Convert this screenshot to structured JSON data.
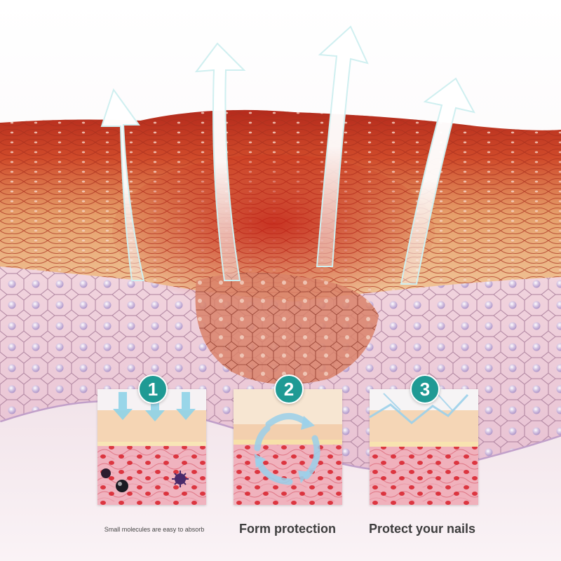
{
  "image": {
    "subject": "skin-layer-illustration",
    "colors": {
      "background": "#ffffff",
      "epidermis_red": "#c8321f",
      "cell_orange": "#e9a06a",
      "basal_pink": "#e9c3d2",
      "nucleus_lavender": "#c7b2d6",
      "arrow_white": "#ffffff",
      "badge_teal": "#1f9a94"
    }
  },
  "steps": [
    {
      "number": "1",
      "caption": "Small molecules are easy to absorb",
      "icon": "down-arrows-icon"
    },
    {
      "number": "2",
      "caption": "Form protection",
      "icon": "cycle-arrows-icon"
    },
    {
      "number": "3",
      "caption": "Protect your nails",
      "icon": "zigzag-line-icon"
    }
  ]
}
